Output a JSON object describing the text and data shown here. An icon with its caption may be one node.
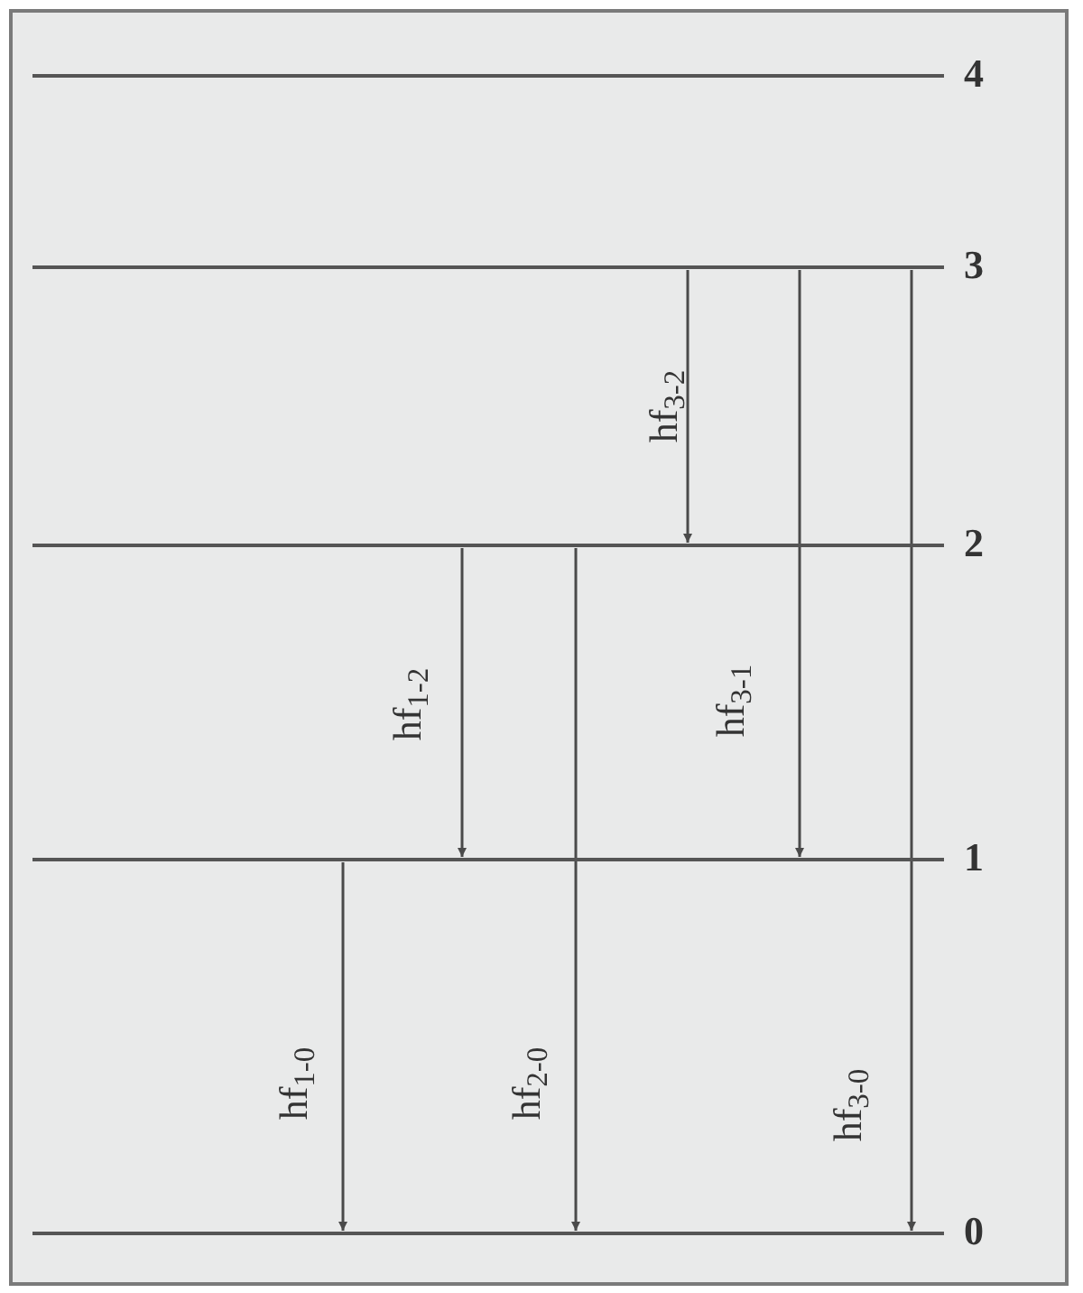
{
  "diagram": {
    "nodes": [
      {
        "text": [],
        "shape": "line",
        "beside": [
          "4"
        ]
      },
      {
        "text": [],
        "shape": "line",
        "beside": [
          "3"
        ]
      },
      {
        "text": [],
        "shape": "line",
        "beside": [
          "2"
        ]
      },
      {
        "text": [],
        "shape": "line",
        "beside": [
          "1"
        ]
      },
      {
        "text": [],
        "shape": "line",
        "beside": [
          "0"
        ]
      }
    ],
    "edges": [
      {
        "from": 1,
        "to": 2,
        "arrow": "to",
        "label": "hf$_{3-2}$"
      },
      {
        "from": 1,
        "to": 3,
        "arrow": "to",
        "label": "hf$_{3-1}$"
      },
      {
        "from": 1,
        "to": 4,
        "arrow": "to",
        "label": "hf$_{3-0}$"
      },
      {
        "from": 2,
        "to": 3,
        "arrow": "to",
        "label": "hf$_{1-2}$"
      },
      {
        "from": 2,
        "to": 4,
        "arrow": "to",
        "label": "hf$_{2-0}$"
      },
      {
        "from": 3,
        "to": 4,
        "arrow": "to",
        "label": "hf$_{1-0}$"
      }
    ]
  }
}
